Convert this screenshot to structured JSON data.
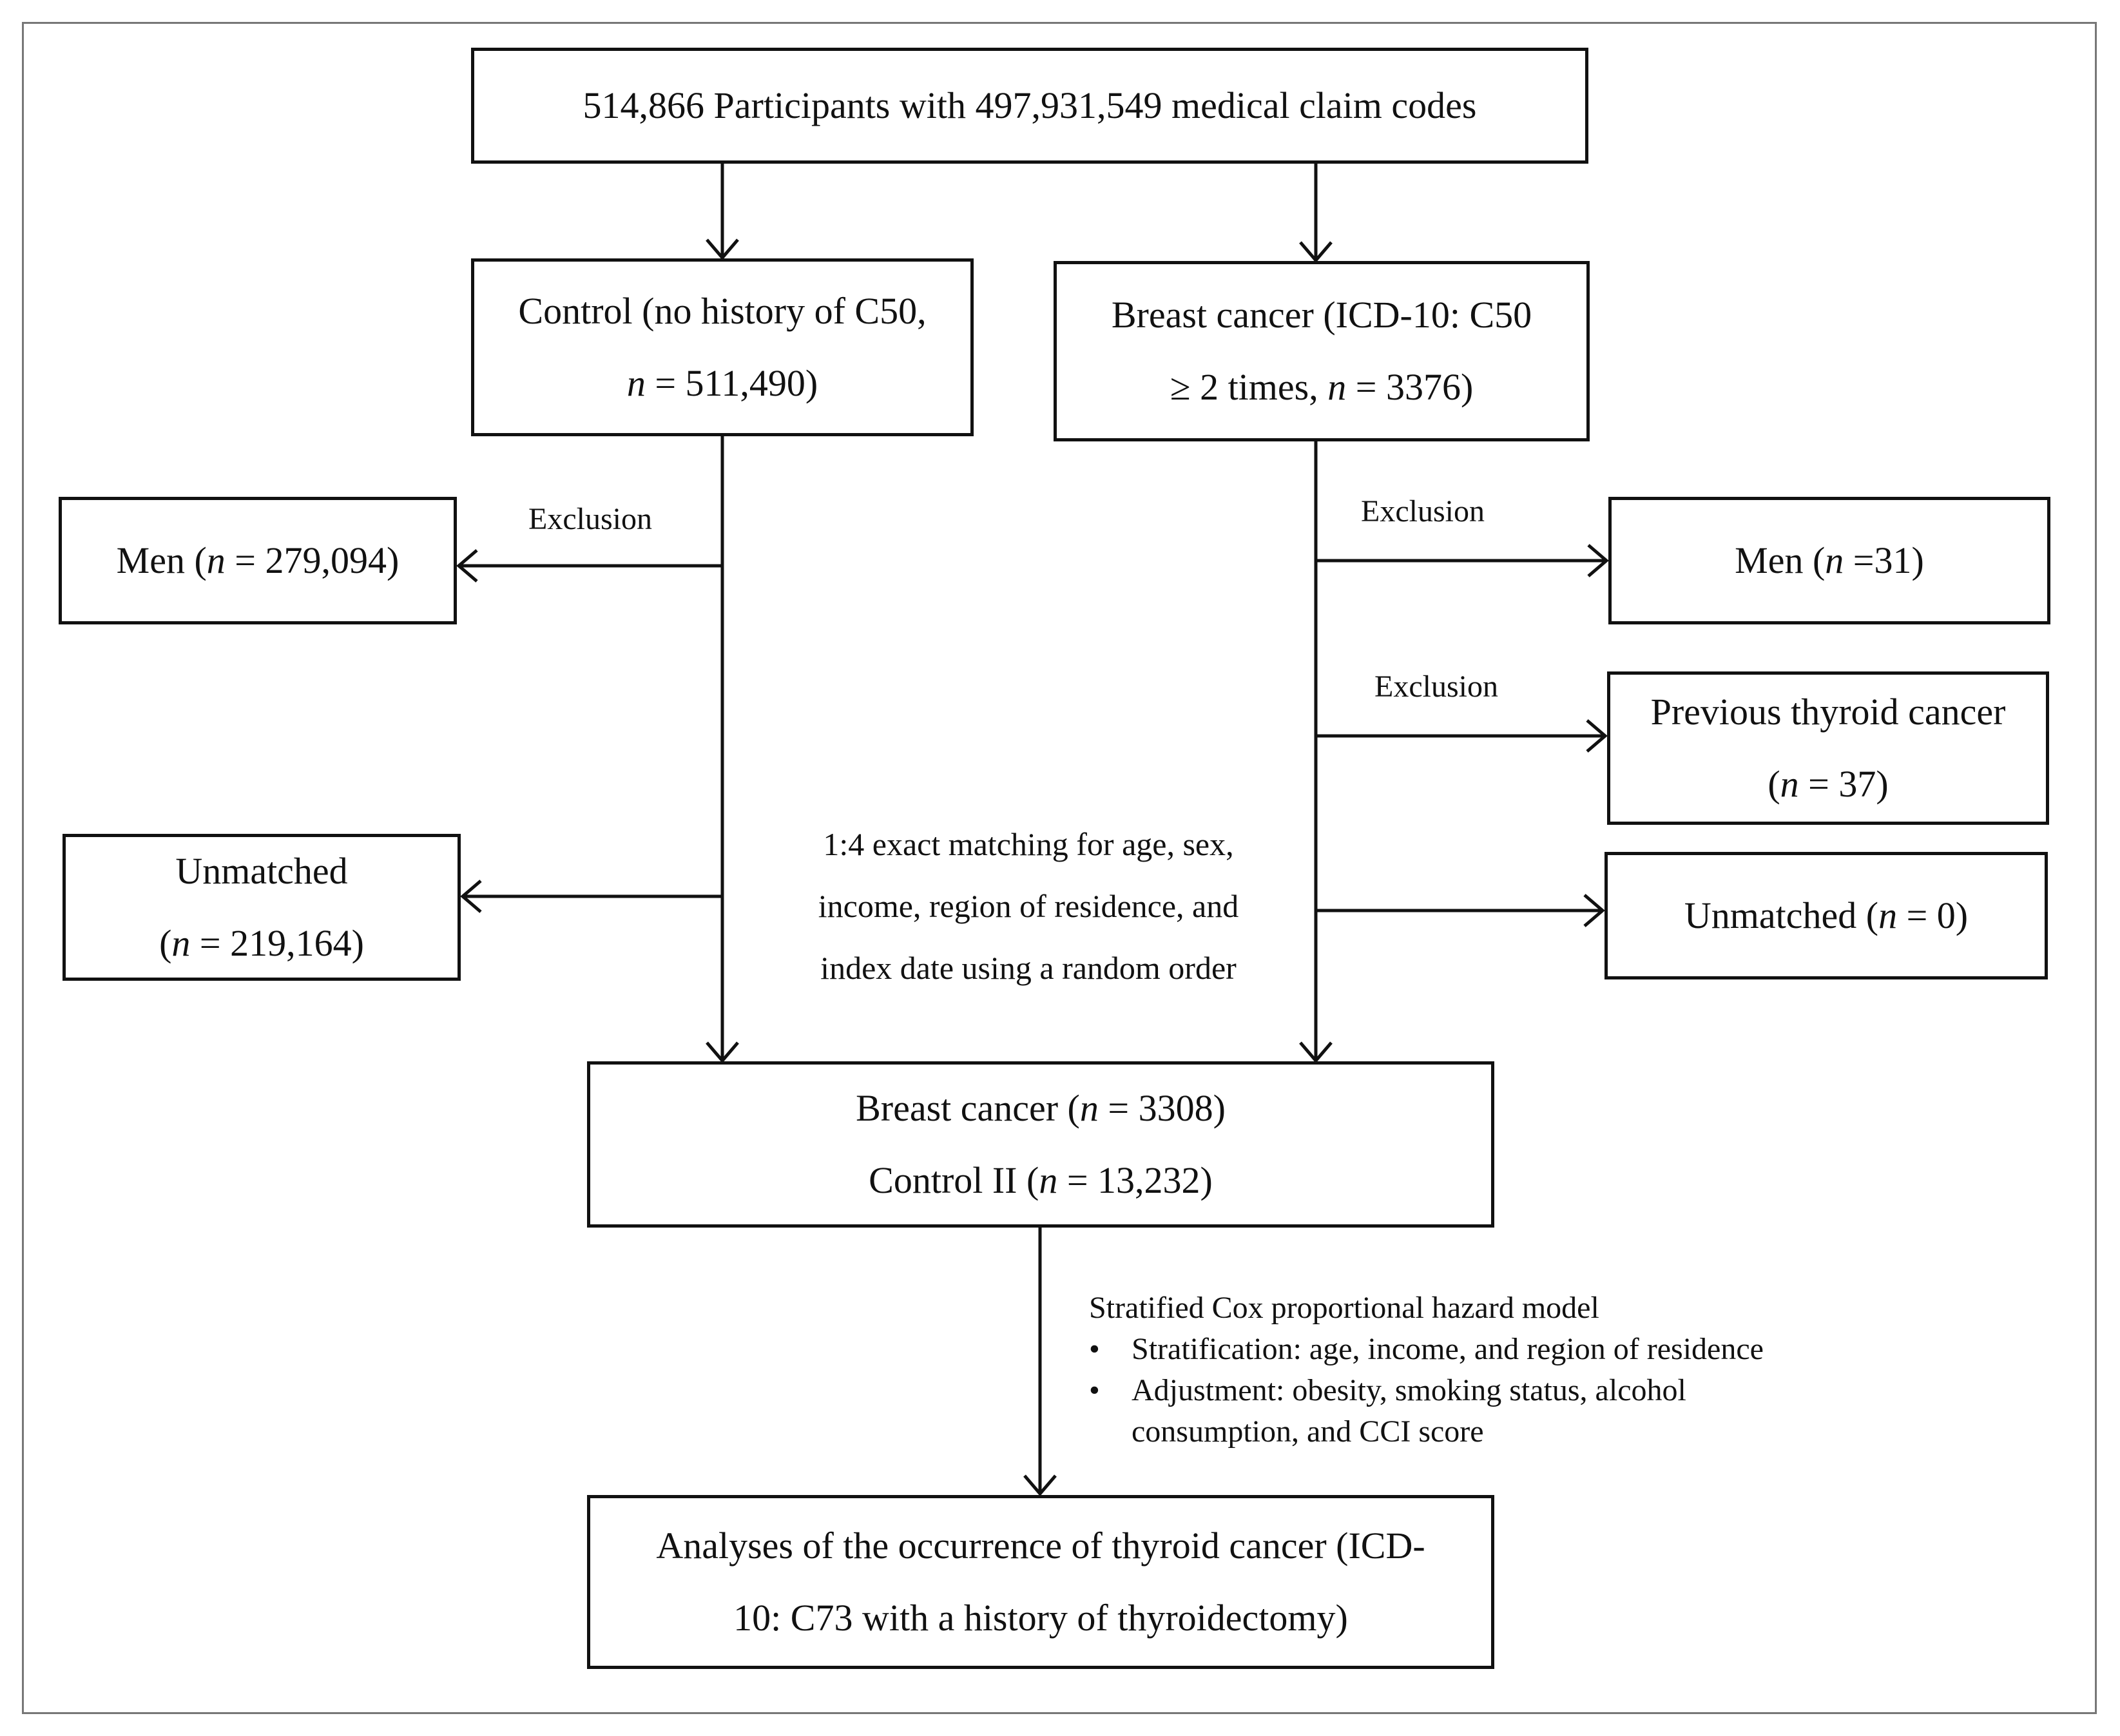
{
  "top": {
    "text": "514,866 Participants with  497,931,549 medical claim codes"
  },
  "control": {
    "line1": "Control (no history of C50,",
    "line2_n": "n",
    "line2_rest": " = 511,490)"
  },
  "breast": {
    "line1": "Breast cancer (ICD-10: C50",
    "line2_a": "≥ 2 times, ",
    "line2_n": "n",
    "line2_rest": " = 3376)"
  },
  "exclusion_label": "Exclusion",
  "men_left": {
    "pre": "Men (",
    "n": "n",
    "rest": " = 279,094)"
  },
  "unmatched_left": {
    "line1": "Unmatched",
    "pre": "(",
    "n": "n",
    "rest": " = 219,164)"
  },
  "men_right": {
    "pre": "Men (",
    "n": "n",
    "rest": " =31)"
  },
  "thyroid_prev": {
    "line1": "Previous thyroid cancer",
    "pre": "(",
    "n": "n",
    "rest": " = 37)"
  },
  "unmatched_right": {
    "pre": "Unmatched (",
    "n": "n",
    "rest": " = 0)"
  },
  "matching": {
    "line1": "1:4 exact matching for age, sex,",
    "line2": "income, region of residence, and",
    "line3": "index date using a random order"
  },
  "matched": {
    "line1_pre": "Breast cancer  (",
    "line1_n": "n",
    "line1_rest": " = 3308)",
    "line2_pre": "Control II (",
    "line2_n": "n",
    "line2_rest": " = 13,232)"
  },
  "model": {
    "title": "Stratified Cox proportional hazard model",
    "bullet_symbol": "•",
    "bullet1": "Stratification: age, income, and region of residence",
    "bullet2_line1": "Adjustment: obesity, smoking status, alcohol",
    "bullet2_line2": "consumption, and CCI score"
  },
  "final": {
    "line1": "Analyses of the occurrence of thyroid cancer (ICD-",
    "line2": "10: C73 with a history of thyroidectomy)"
  }
}
